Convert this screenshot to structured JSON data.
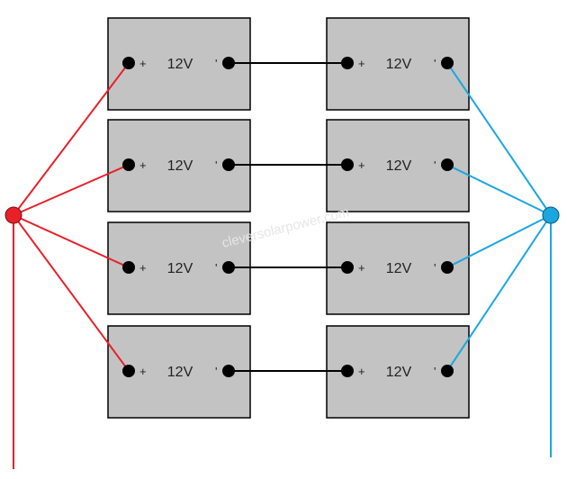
{
  "diagram": {
    "type": "battery-series-parallel-wiring",
    "battery_voltage_label": "12V",
    "positive_sign": "+",
    "negative_sign": "'",
    "rows": 4,
    "batteries_per_row": 2,
    "batteries": [
      {
        "row": 1,
        "position": "left",
        "label": "12V"
      },
      {
        "row": 1,
        "position": "right",
        "label": "12V"
      },
      {
        "row": 2,
        "position": "left",
        "label": "12V"
      },
      {
        "row": 2,
        "position": "right",
        "label": "12V"
      },
      {
        "row": 3,
        "position": "left",
        "label": "12V"
      },
      {
        "row": 3,
        "position": "right",
        "label": "12V"
      },
      {
        "row": 4,
        "position": "left",
        "label": "12V"
      },
      {
        "row": 4,
        "position": "right",
        "label": "12V"
      }
    ],
    "positive_bus_color": "#e8202a",
    "negative_bus_color": "#1aa7e0",
    "series_link_color": "#000000",
    "battery_fill_color": "#c3c3c3",
    "watermark": "cleversolarpower.com"
  }
}
